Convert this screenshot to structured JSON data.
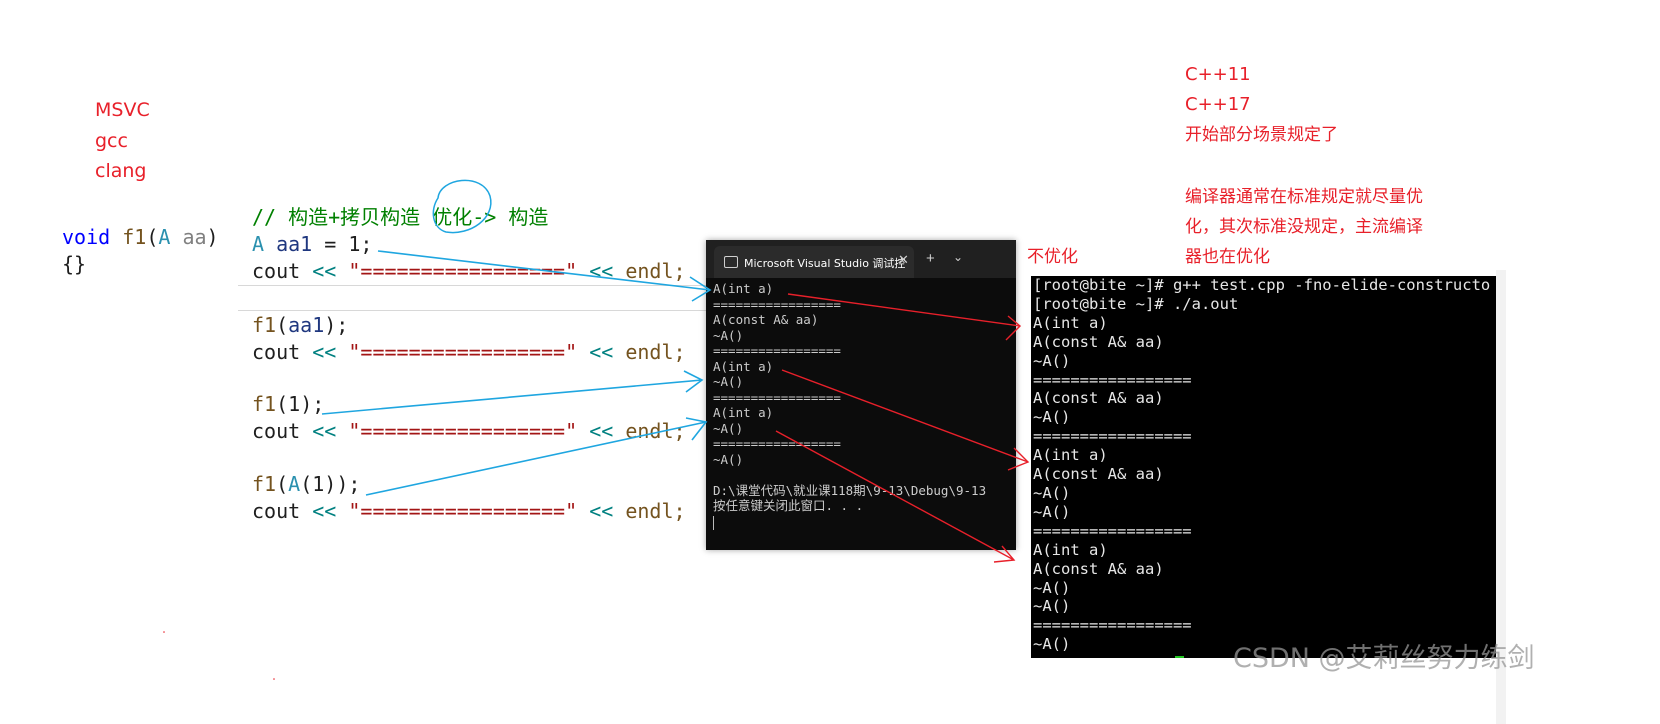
{
  "left_notes": {
    "msvc": "MSVC",
    "gcc": "gcc",
    "clang": "clang"
  },
  "func_decl": {
    "line1": {
      "kw": "void",
      "name": "f1",
      "open": "(",
      "type": "A",
      "param": "aa",
      "close": ")"
    },
    "line2": "{}"
  },
  "code": {
    "comment": "// 构造+拷贝构造 优化-> 构造",
    "decl": {
      "type": "A",
      "name": "aa1",
      "rest": " = 1;"
    },
    "calls": [
      {
        "fn": "f1",
        "prefix": "(",
        "arg_type": "",
        "arg": "aa1",
        "suffix": ");"
      },
      {
        "fn": "f1",
        "prefix": "(",
        "arg_type": "",
        "arg": "1",
        "suffix": ");"
      },
      {
        "fn": "f1",
        "prefix": "(",
        "arg_type": "A",
        "arg": "(1)",
        "suffix": ");"
      }
    ],
    "cout": {
      "kw": "cout",
      "op": "<<",
      "str": "\"=================\"",
      "end": "endl;"
    }
  },
  "vs_console": {
    "title": "Microsoft Visual Studio 调试控",
    "close_glyph": "✕",
    "plus_glyph": "+",
    "chevron_glyph": "⌄",
    "lines": [
      "A(int a)",
      "=================",
      "A(const A& aa)",
      "~A()",
      "=================",
      "A(int a)",
      "~A()",
      "=================",
      "A(int a)",
      "~A()",
      "=================",
      "~A()",
      "",
      "D:\\课堂代码\\就业课118期\\9-13\\Debug\\9-13",
      "按任意键关闭此窗口. . ."
    ]
  },
  "label_no_opt": "不优化",
  "right_notes": {
    "cpp11": "C++11",
    "cpp17": "C++17",
    "rule": "开始部分场景规定了",
    "para": [
      "编译器通常在标准规定就尽量优",
      "化，其次标准没规定，主流编译",
      "器也在优化"
    ]
  },
  "terminal": {
    "lines": [
      "[root@bite ~]# g++ test.cpp -fno-elide-constructo",
      "[root@bite ~]# ./a.out",
      "A(int a)",
      "A(const A& aa)",
      "~A()",
      "=================",
      "A(const A& aa)",
      "~A()",
      "=================",
      "A(int a)",
      "A(const A& aa)",
      "~A()",
      "~A()",
      "=================",
      "A(int a)",
      "A(const A& aa)",
      "~A()",
      "~A()",
      "=================",
      "~A()"
    ]
  },
  "watermark": "CSDN @艾莉丝努力练剑",
  "colors": {
    "annotation_red": "#e8202a",
    "arrow_blue": "#1fa6e0",
    "comment_green": "#008000"
  }
}
